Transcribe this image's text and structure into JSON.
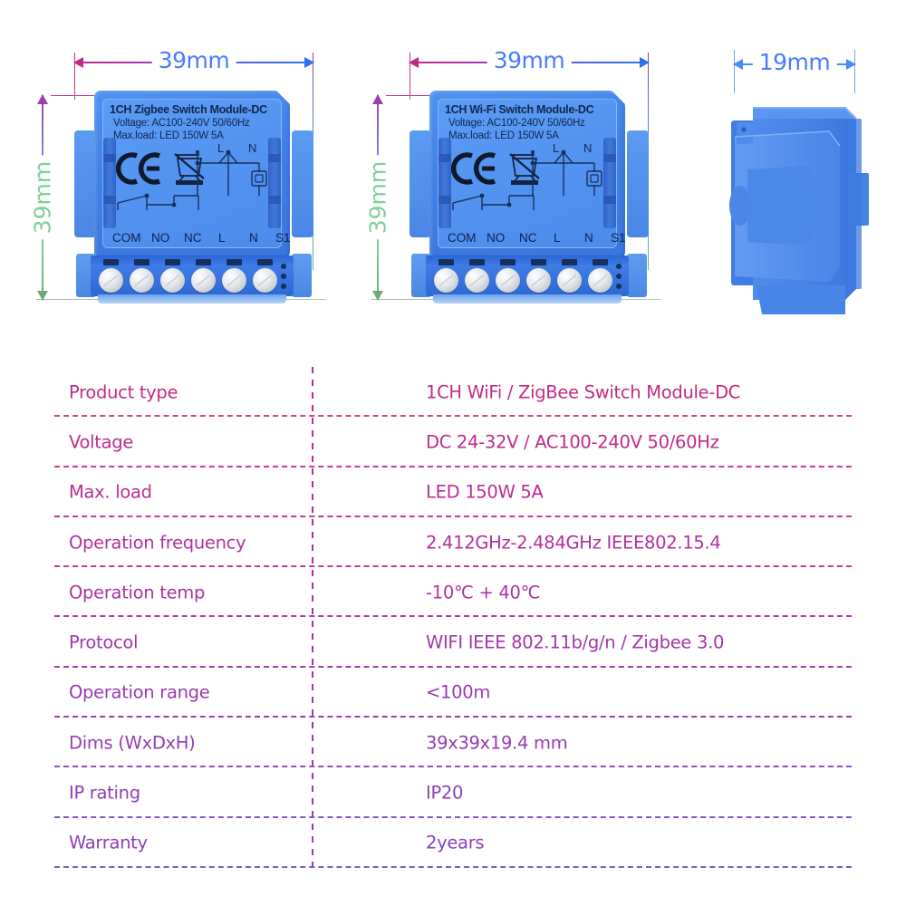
{
  "products": [
    {
      "id": "zigbee-module",
      "dimension_width": "39mm",
      "dimension_height": "39mm",
      "label": {
        "title": "1CH Zigbee Switch Module-DC",
        "line2": "Voltage: AC100-240V 50/60Hz",
        "line3": "Max.load: LED 150W 5A"
      },
      "terminals": [
        "COM",
        "NO",
        "NC",
        "L",
        "N",
        "S1"
      ],
      "wiring_top": [
        "L",
        "N"
      ],
      "marks": [
        "ce-mark",
        "weee-crossed-bin-icon"
      ]
    },
    {
      "id": "wifi-module",
      "dimension_width": "39mm",
      "dimension_height": "39mm",
      "label": {
        "title": "1CH Wi-Fi Switch Module-DC",
        "line2": "Voltage: AC100-240V 50/60Hz",
        "line3": "Max.load: LED 150W 5A"
      },
      "terminals": [
        "COM",
        "NO",
        "NC",
        "L",
        "N",
        "S1"
      ],
      "wiring_top": [
        "L",
        "N"
      ],
      "marks": [
        "ce-mark",
        "weee-crossed-bin-icon"
      ]
    },
    {
      "id": "side-view",
      "dimension_width": "19mm"
    }
  ],
  "spec_table": {
    "rows": [
      {
        "label": "Product type",
        "value": "1CH WiFi / ZigBee Switch Module-DC"
      },
      {
        "label": "Voltage",
        "value": "DC 24-32V / AC100-240V 50/60Hz"
      },
      {
        "label": "Max. load",
        "value": "LED 150W 5A"
      },
      {
        "label": "Operation frequency",
        "value": "2.412GHz-2.484GHz IEEE802.15.4"
      },
      {
        "label": "Operation temp",
        "value": "-10℃ + 40℃"
      },
      {
        "label": "Protocol",
        "value": "WIFI IEEE 802.11b/g/n / Zigbee 3.0"
      },
      {
        "label": "Operation range",
        "value": "<100m"
      },
      {
        "label": "Dims (WxDxH)",
        "value": "39x39x19.4 mm"
      },
      {
        "label": "IP rating",
        "value": "IP20"
      },
      {
        "label": "Warranty",
        "value": "2years"
      }
    ]
  },
  "colors": {
    "dim_label_blue": "#4a7dfb",
    "dim_label_green": "#7fcf9b",
    "arrow_magenta": "#c2278c",
    "arrow_blue": "#2f6ff0",
    "device_blue": "#4285e8",
    "device_blue_dark": "#2f63c9",
    "table_top_pink": "#c42a83",
    "table_bottom_purple": "#8e3fb8",
    "background": "#ffffff"
  }
}
